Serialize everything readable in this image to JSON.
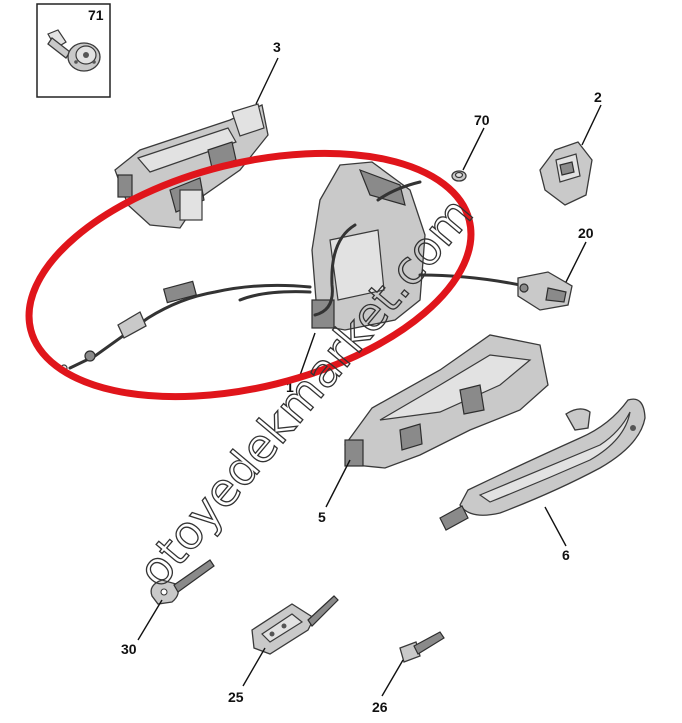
{
  "callouts": {
    "c71": "71",
    "c3": "3",
    "c70": "70",
    "c2": "2",
    "c20": "20",
    "c1": "1",
    "c5": "5",
    "c6": "6",
    "c30": "30",
    "c25": "25",
    "c26": "26"
  },
  "watermark": "otoyedekmarket.com",
  "colors": {
    "highlight_ellipse": "#e0151b",
    "part_fill": "#c9c9c9",
    "outline": "#3a3a3a"
  },
  "icons": {
    "part-71": "bolt-icon",
    "part-3": "lock-mechanism-icon",
    "part-1": "door-lock-actuator-icon",
    "part-70": "clip-icon",
    "part-2": "striker-plate-icon",
    "part-20": "connector-icon",
    "part-5": "handle-bracket-icon",
    "part-6": "door-handle-icon",
    "part-30": "blank-key-icon",
    "part-25": "remote-key-icon",
    "part-26": "key-blade-icon"
  }
}
